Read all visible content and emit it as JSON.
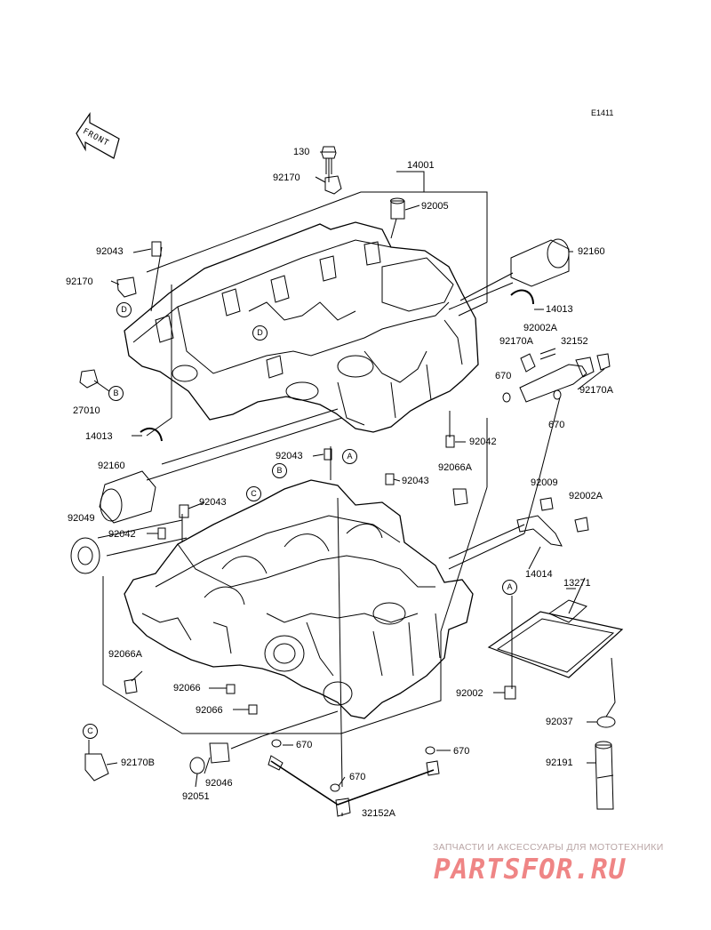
{
  "diagram_code": "E1411",
  "direction_label": "FRONT",
  "watermark": {
    "tagline": "ЗАПЧАСТИ И АКСЕССУАРЫ ДЛЯ МОТОТЕХНИКИ",
    "brand": "PARTSFOR.RU"
  },
  "callouts": {
    "a": "A",
    "b": "B",
    "c": "C",
    "d": "D"
  },
  "parts": {
    "p130": "130",
    "p92170_top": "92170",
    "p14001": "14001",
    "p92005": "92005",
    "p92043_left": "92043",
    "p92160_right": "92160",
    "p92170_left": "92170",
    "p14013_right": "14013",
    "p92002A_top": "92002A",
    "p92170A_mid": "92170A",
    "p32152": "32152",
    "p670_right": "670",
    "p92170A_right": "92170A",
    "p670_right2": "670",
    "p27010": "27010",
    "p14013_left": "14013",
    "p92042_upper": "92042",
    "p92043_mid": "92043",
    "p92066A_right": "92066A",
    "p92043_lower": "92043",
    "p92160_left": "92160",
    "p92009": "92009",
    "p92002A_right": "92002A",
    "p92043_left2": "92043",
    "p92049": "92049",
    "p92042_lower": "92042",
    "p14014": "14014",
    "p13271": "13271",
    "p92066A_left": "92066A",
    "p92066_a": "92066",
    "p92066_b": "92066",
    "p92002": "92002",
    "p92037": "92037",
    "p670_a": "670",
    "p670_b": "670",
    "p92191": "92191",
    "p92170B": "92170B",
    "p92046": "92046",
    "p92051": "92051",
    "p670_c": "670",
    "p32152A": "32152A"
  }
}
